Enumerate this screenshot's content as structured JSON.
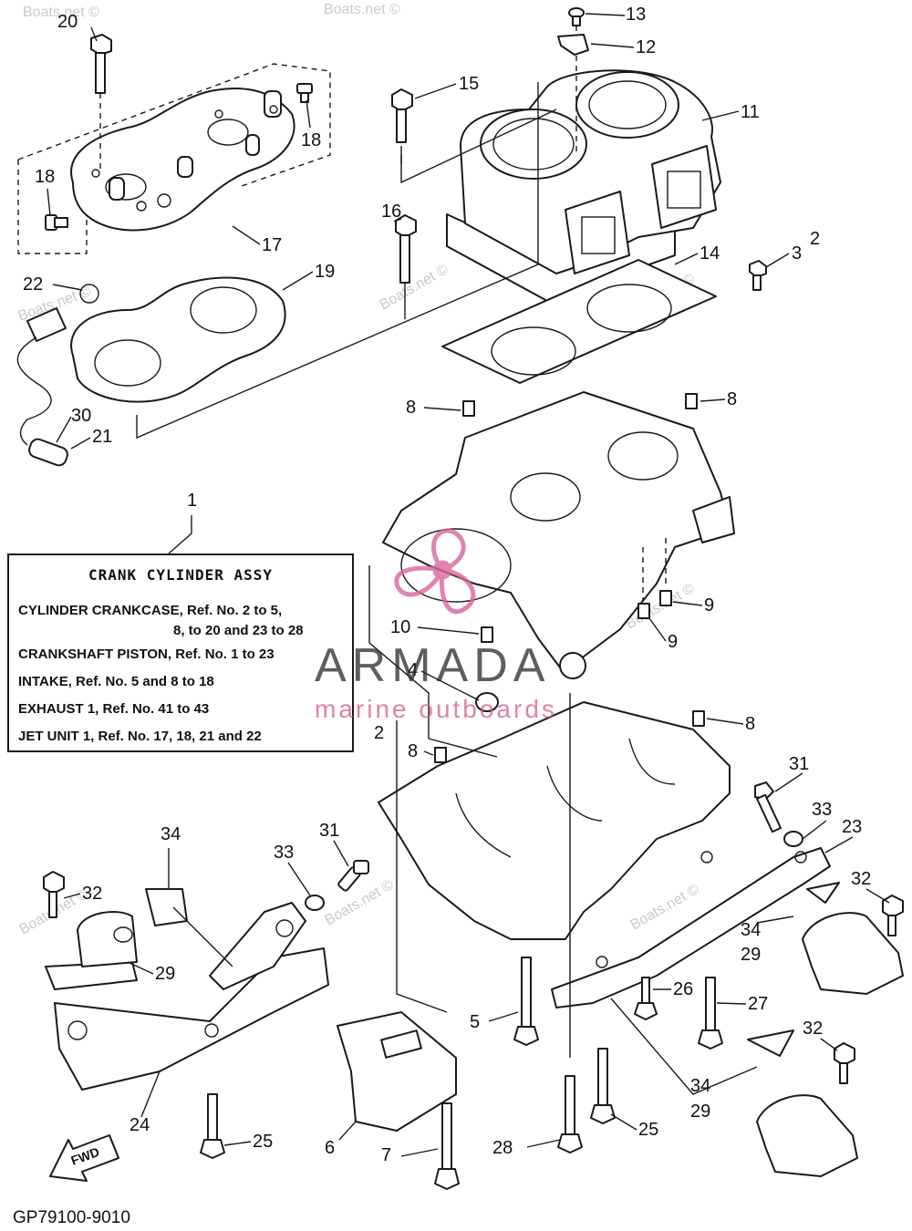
{
  "assembly_box": {
    "title": "CRANK CYLINDER ASSY",
    "lines": [
      "CYLINDER CRANKCASE, Ref. No. 2 to 5,",
      "8, to 20 and 23 to 28",
      "CRANKSHAFT PISTON, Ref. No. 1 to 23",
      "INTAKE, Ref. No. 5 and 8 to 18",
      "EXHAUST 1, Ref. No. 41 to 43",
      "JET UNIT 1, Ref. No. 17, 18, 21 and 22"
    ]
  },
  "callouts": [
    "1",
    "2",
    "3",
    "4",
    "5",
    "6",
    "7",
    "8",
    "9",
    "10",
    "11",
    "12",
    "13",
    "14",
    "15",
    "16",
    "17",
    "18",
    "19",
    "20",
    "21",
    "22",
    "23",
    "24",
    "25",
    "26",
    "27",
    "28",
    "29",
    "30",
    "31",
    "32",
    "33",
    "34"
  ],
  "labels": {
    "fwd": "FWD",
    "ref_code": "GP79100-9010",
    "watermark": "Boats.net ©"
  },
  "brand": {
    "name": "ARMADA",
    "tagline": "marine outboards",
    "accent": "#d9669a"
  }
}
